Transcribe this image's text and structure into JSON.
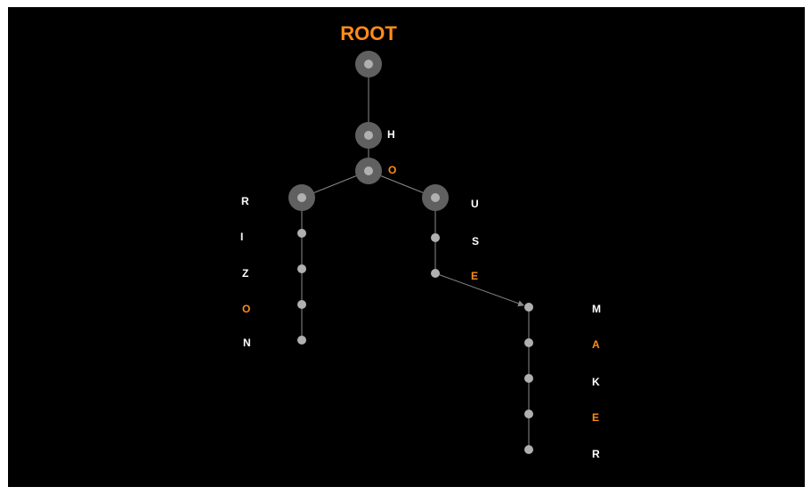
{
  "title": "ROOT",
  "colors": {
    "background": "#000000",
    "accent": "#ff8c1a",
    "letter": "#ffffff",
    "node": "#b0b0b0",
    "halo": "#606060",
    "edge": "#8a8a8a"
  },
  "nodes": [
    {
      "id": "root",
      "label": "",
      "highlight": false,
      "halo": true
    },
    {
      "id": "h",
      "label": "H",
      "highlight": false,
      "halo": true
    },
    {
      "id": "o1",
      "label": "O",
      "highlight": true,
      "halo": true
    },
    {
      "id": "r1",
      "label": "R",
      "highlight": false,
      "halo": true
    },
    {
      "id": "i",
      "label": "I",
      "highlight": false,
      "halo": false
    },
    {
      "id": "z",
      "label": "Z",
      "highlight": false,
      "halo": false
    },
    {
      "id": "o2",
      "label": "O",
      "highlight": true,
      "halo": false
    },
    {
      "id": "n",
      "label": "N",
      "highlight": false,
      "halo": false
    },
    {
      "id": "u",
      "label": "U",
      "highlight": false,
      "halo": true
    },
    {
      "id": "s",
      "label": "S",
      "highlight": false,
      "halo": false
    },
    {
      "id": "e1",
      "label": "E",
      "highlight": true,
      "halo": false
    },
    {
      "id": "m",
      "label": "M",
      "highlight": false,
      "halo": false
    },
    {
      "id": "a",
      "label": "A",
      "highlight": true,
      "halo": false
    },
    {
      "id": "k",
      "label": "K",
      "highlight": false,
      "halo": false
    },
    {
      "id": "e2",
      "label": "E",
      "highlight": true,
      "halo": false
    },
    {
      "id": "r2",
      "label": "R",
      "highlight": false,
      "halo": false
    }
  ],
  "edges": [
    {
      "from": "root",
      "to": "h",
      "arrow": false
    },
    {
      "from": "h",
      "to": "o1",
      "arrow": true
    },
    {
      "from": "o1",
      "to": "r1",
      "arrow": true
    },
    {
      "from": "o1",
      "to": "u",
      "arrow": true
    },
    {
      "from": "r1",
      "to": "i",
      "arrow": false
    },
    {
      "from": "i",
      "to": "z",
      "arrow": false
    },
    {
      "from": "z",
      "to": "o2",
      "arrow": false
    },
    {
      "from": "o2",
      "to": "n",
      "arrow": false
    },
    {
      "from": "u",
      "to": "s",
      "arrow": false
    },
    {
      "from": "s",
      "to": "e1",
      "arrow": false
    },
    {
      "from": "e1",
      "to": "m",
      "arrow": true
    },
    {
      "from": "m",
      "to": "a",
      "arrow": false
    },
    {
      "from": "a",
      "to": "k",
      "arrow": false
    },
    {
      "from": "k",
      "to": "e2",
      "arrow": false
    },
    {
      "from": "e2",
      "to": "r2",
      "arrow": false
    }
  ]
}
